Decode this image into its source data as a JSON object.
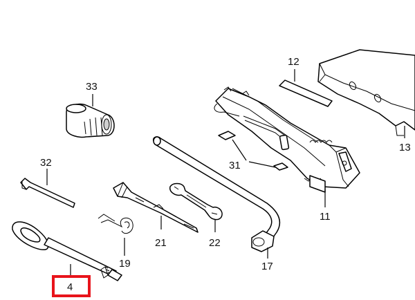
{
  "diagram": {
    "callouts": {
      "p33": "33",
      "p32": "32",
      "p4": "4",
      "p19": "19",
      "p21": "21",
      "p22": "22",
      "p17": "17",
      "p31": "31",
      "p12": "12",
      "p11": "11",
      "p13": "13"
    },
    "highlighted_part": "4",
    "highlight_color": "#e8141b",
    "line_color": "#000000"
  }
}
